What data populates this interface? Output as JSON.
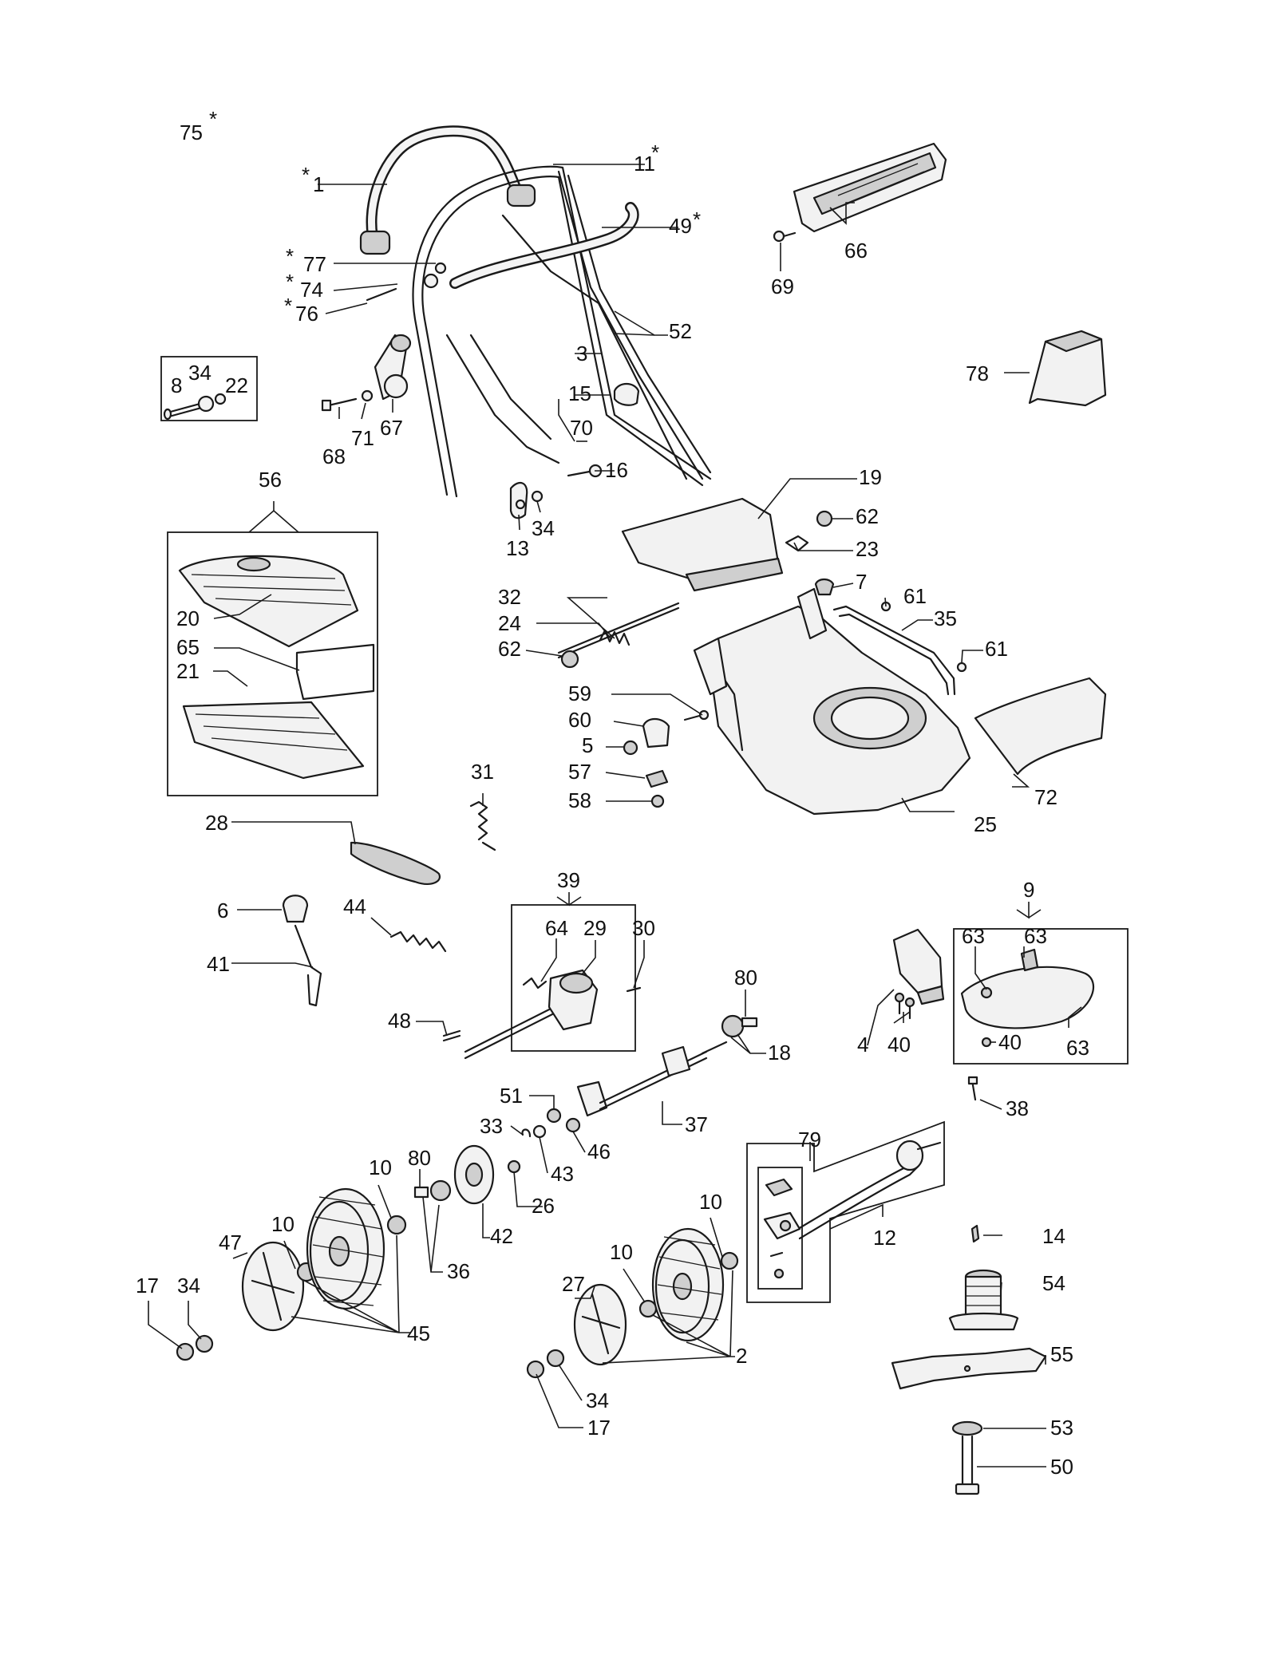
{
  "labels": {
    "n75": "75",
    "n1": "1",
    "n11": "11",
    "n49": "49",
    "n77": "77",
    "n74": "74",
    "n76": "76",
    "n52": "52",
    "n3": "3",
    "n66": "66",
    "n69": "69",
    "n78": "78",
    "n8": "8",
    "n34a": "34",
    "n22": "22",
    "n15": "15",
    "n70": "70",
    "n68": "68",
    "n71": "71",
    "n67": "67",
    "n16": "16",
    "n19": "19",
    "n56": "56",
    "n13": "13",
    "n34b": "34",
    "n62a": "62",
    "n23": "23",
    "n7": "7",
    "n61a": "61",
    "n35": "35",
    "n61b": "61",
    "n20": "20",
    "n32": "32",
    "n24": "24",
    "n62b": "62",
    "n65": "65",
    "n21": "21",
    "n59": "59",
    "n60": "60",
    "n5": "5",
    "n57": "57",
    "n58": "58",
    "n72": "72",
    "n25": "25",
    "n31": "31",
    "n28": "28",
    "n39": "39",
    "n9": "9",
    "n6": "6",
    "n44": "44",
    "n64": "64",
    "n29": "29",
    "n30": "30",
    "n63a": "63",
    "n63b": "63",
    "n41": "41",
    "n80a": "80",
    "n48": "48",
    "n18": "18",
    "n4": "4",
    "n40a": "40",
    "n40b": "40",
    "n63c": "63",
    "n38": "38",
    "n51": "51",
    "n37": "37",
    "n33": "33",
    "n46": "46",
    "n79": "79",
    "n43": "43",
    "n80b": "80",
    "n10a": "10",
    "n26": "26",
    "n10b": "10",
    "n12": "12",
    "n14": "14",
    "n42": "42",
    "n10c": "10",
    "n10d": "10",
    "n47": "47",
    "n36": "36",
    "n54": "54",
    "n27": "27",
    "n17a": "17",
    "n34c": "34",
    "n45": "45",
    "n2": "2",
    "n55": "55",
    "n34d": "34",
    "n53": "53",
    "n17b": "17",
    "n50": "50"
  },
  "marker": "*",
  "colors": {
    "line": "#1a1a1a",
    "fill": "#f2f2f2",
    "background": "#ffffff"
  }
}
